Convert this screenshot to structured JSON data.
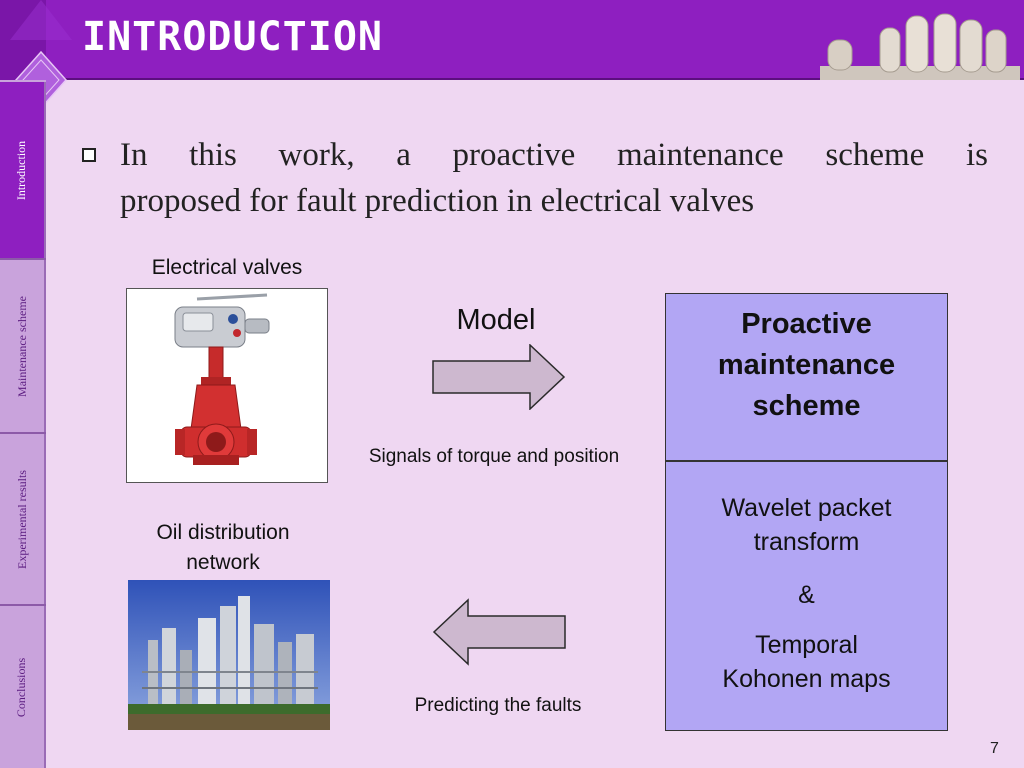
{
  "header": {
    "title": "INTRODUCTION"
  },
  "sidebar": {
    "sections": [
      {
        "label": "Introduction",
        "active": true
      },
      {
        "label": "Maintenance scheme",
        "active": false
      },
      {
        "label": "Experimental results",
        "active": false
      },
      {
        "label": "Conclusions",
        "active": false
      }
    ]
  },
  "bullet": {
    "line1": "In this work, a proactive maintenance scheme is",
    "line2": "proposed for fault prediction in electrical valves"
  },
  "diagram": {
    "valves_caption": "Electrical valves",
    "model_label": "Model",
    "signals_label": "Signals of torque and position",
    "oil_caption_line1": "Oil distribution",
    "oil_caption_line2": "network",
    "predicting_label": "Predicting the faults",
    "scheme_title_line1": "Proactive",
    "scheme_title_line2": "maintenance",
    "scheme_title_line3": "scheme",
    "wavelet_line1": "Wavelet packet",
    "wavelet_line2": "transform",
    "ampersand": "&",
    "temporal_line1": "Temporal",
    "temporal_line2": "Kohonen maps"
  },
  "colors": {
    "header": "#8e1fc0",
    "background": "#efd7f2",
    "scheme_box": "#b2a6f4",
    "arrow_fill": "#cdb8cf"
  },
  "page_number": "7"
}
